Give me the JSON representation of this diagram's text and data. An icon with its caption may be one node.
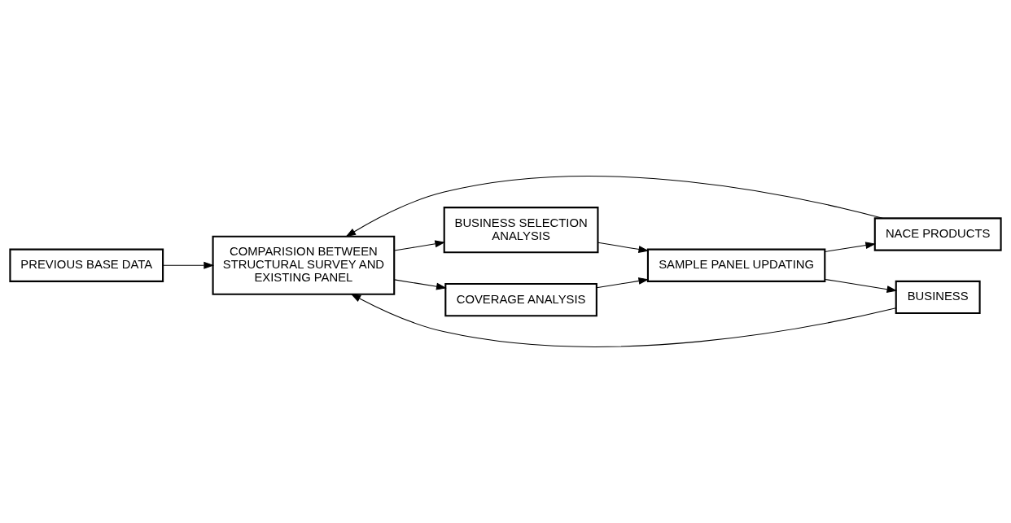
{
  "diagram": {
    "nodes": [
      {
        "text": [
          "PREVIOUS BASE DATA"
        ]
      },
      {
        "text": [
          "COMPARISION BETWEEN STRUCTURAL SURVEY AND EXISTING PANEL"
        ]
      },
      {
        "text": [
          "COVERAGE ANALYSIS"
        ]
      },
      {
        "text": [
          "BUSINESS SELECTION ANALYSIS"
        ]
      },
      {
        "text": [
          "NACE PRODUCTS"
        ]
      },
      {
        "text": [
          "BUSINESS"
        ]
      },
      {
        "text": [
          "SAMPLE PANEL UPDATING"
        ]
      }
    ],
    "edges": [
      {
        "from": 0,
        "to": 1,
        "arrow": "to"
      },
      {
        "from": 1,
        "to": 2,
        "arrow": "to"
      },
      {
        "from": 1,
        "to": 3,
        "arrow": "to"
      },
      {
        "from": 4,
        "to": 1,
        "arrow": "to"
      },
      {
        "from": 5,
        "to": 1,
        "arrow": "to"
      },
      {
        "from": 6,
        "to": 4,
        "arrow": "to"
      },
      {
        "from": 6,
        "to": 5,
        "arrow": "to"
      },
      {
        "from": 3,
        "to": 6,
        "arrow": "to"
      },
      {
        "from": 2,
        "to": 6,
        "arrow": "to"
      }
    ]
  }
}
